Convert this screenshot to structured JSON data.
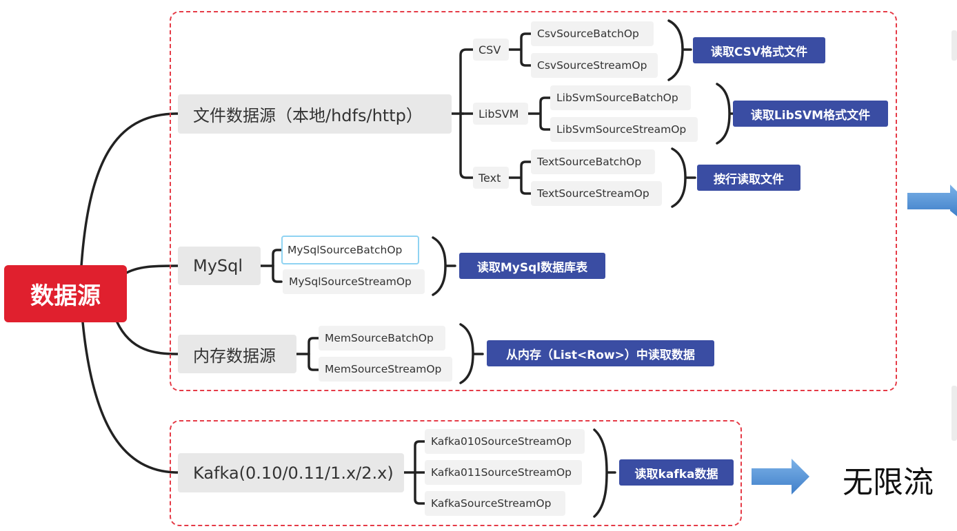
{
  "root": {
    "label": "数据源"
  },
  "groups": [
    {
      "label": "文件数据源（本地/hdfs/http）",
      "children": [
        {
          "label": "CSV",
          "leaves": [
            "CsvSourceBatchOp",
            "CsvSourceStreamOp"
          ],
          "note": "读取CSV格式文件"
        },
        {
          "label": "LibSVM",
          "leaves": [
            "LibSvmSourceBatchOp",
            "LibSvmSourceStreamOp"
          ],
          "note": "读取LibSVM格式文件"
        },
        {
          "label": "Text",
          "leaves": [
            "TextSourceBatchOp",
            "TextSourceStreamOp"
          ],
          "note": "按行读取文件"
        }
      ]
    },
    {
      "label": "MySql",
      "leaves": [
        "MySqlSourceBatchOp",
        "MySqlSourceStreamOp"
      ],
      "note": "读取MySql数据库表"
    },
    {
      "label": "内存数据源",
      "leaves": [
        "MemSourceBatchOp",
        "MemSourceStreamOp"
      ],
      "note": "从内存（List<Row>）中读取数据"
    },
    {
      "label": "Kafka(0.10/0.11/1.x/2.x)",
      "leaves": [
        "Kafka010SourceStreamOp",
        "Kafka011SourceStreamOp",
        "KafkaSourceStreamOp"
      ],
      "note": "读取kafka数据"
    }
  ],
  "unbounded_label": "无限流",
  "colors": {
    "root": "#e0202e",
    "note": "#3a4da3",
    "dashed_border": "#e53a46",
    "arrow": "#4a90d9",
    "connector": "#222222"
  }
}
